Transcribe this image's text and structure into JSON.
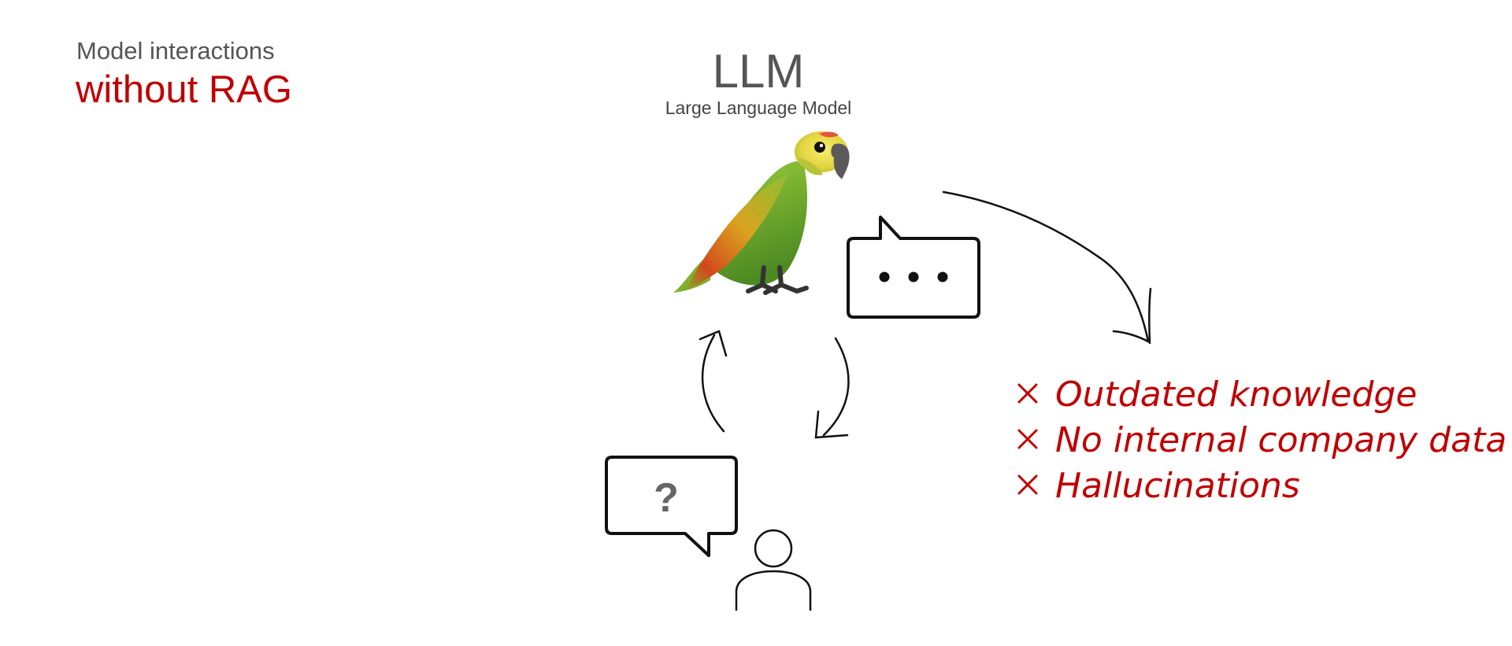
{
  "heading": {
    "subtitle": "Model interactions",
    "title": "without RAG"
  },
  "llm": {
    "title": "LLM",
    "subtitle": "Large Language Model"
  },
  "user_bubble": {
    "text": "?"
  },
  "limitations": {
    "items": [
      "Outdated knowledge",
      "No internal company data",
      "Hallucinations"
    ],
    "color": "#c00000"
  },
  "colors": {
    "accent_red": "#c00000",
    "heading_gray": "#555555",
    "line_black": "#111111"
  },
  "icons": [
    "parrot-icon",
    "speech-bubble-ellipsis-icon",
    "speech-bubble-question-icon",
    "user-icon",
    "cross-icon"
  ]
}
